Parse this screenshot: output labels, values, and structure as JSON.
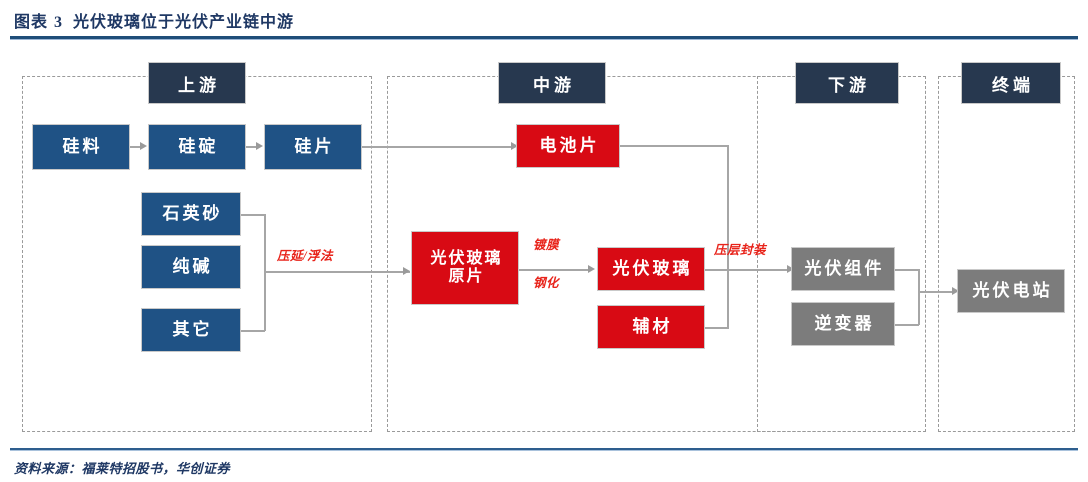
{
  "title": {
    "prefix": "图表",
    "number": "3",
    "text": "光伏玻璃位于光伏产业链中游"
  },
  "source": {
    "text": "资料来源：福莱特招股书，华创证券"
  },
  "colors": {
    "blue": "#1F5285",
    "red": "#D80A14",
    "gray": "#7C7C7C",
    "header": "#27384F",
    "label_red": "#E8231A",
    "connector": "#A6A6A6",
    "title_blue": "#1F3864"
  },
  "stages": [
    {
      "id": "upstream",
      "label": "上游"
    },
    {
      "id": "midstream",
      "label": "中游"
    },
    {
      "id": "downstream",
      "label": "下游"
    },
    {
      "id": "terminal",
      "label": "终端"
    }
  ],
  "nodes": {
    "silicon_material": {
      "label": "硅料",
      "color": "blue"
    },
    "silicon_ingot": {
      "label": "硅碇",
      "color": "blue"
    },
    "silicon_wafer": {
      "label": "硅片",
      "color": "blue"
    },
    "quartz_sand": {
      "label": "石英砂",
      "color": "blue"
    },
    "soda_ash": {
      "label": "纯碱",
      "color": "blue"
    },
    "others": {
      "label": "其它",
      "color": "blue"
    },
    "solar_cell": {
      "label": "电池片",
      "color": "red"
    },
    "glass_raw_l1": {
      "label": "光伏玻璃",
      "color": "red"
    },
    "glass_raw_l2": {
      "label": "原片",
      "color": "red"
    },
    "pv_glass": {
      "label": "光伏玻璃",
      "color": "red"
    },
    "auxiliary": {
      "label": "辅材",
      "color": "red"
    },
    "pv_module": {
      "label": "光伏组件",
      "color": "gray"
    },
    "inverter": {
      "label": "逆变器",
      "color": "gray"
    },
    "power_station": {
      "label": "光伏电站",
      "color": "gray"
    }
  },
  "process_labels": {
    "rolling_float": "压延/浮法",
    "coating": "镀膜",
    "tempering": "钢化",
    "lamination": "压层封装"
  }
}
